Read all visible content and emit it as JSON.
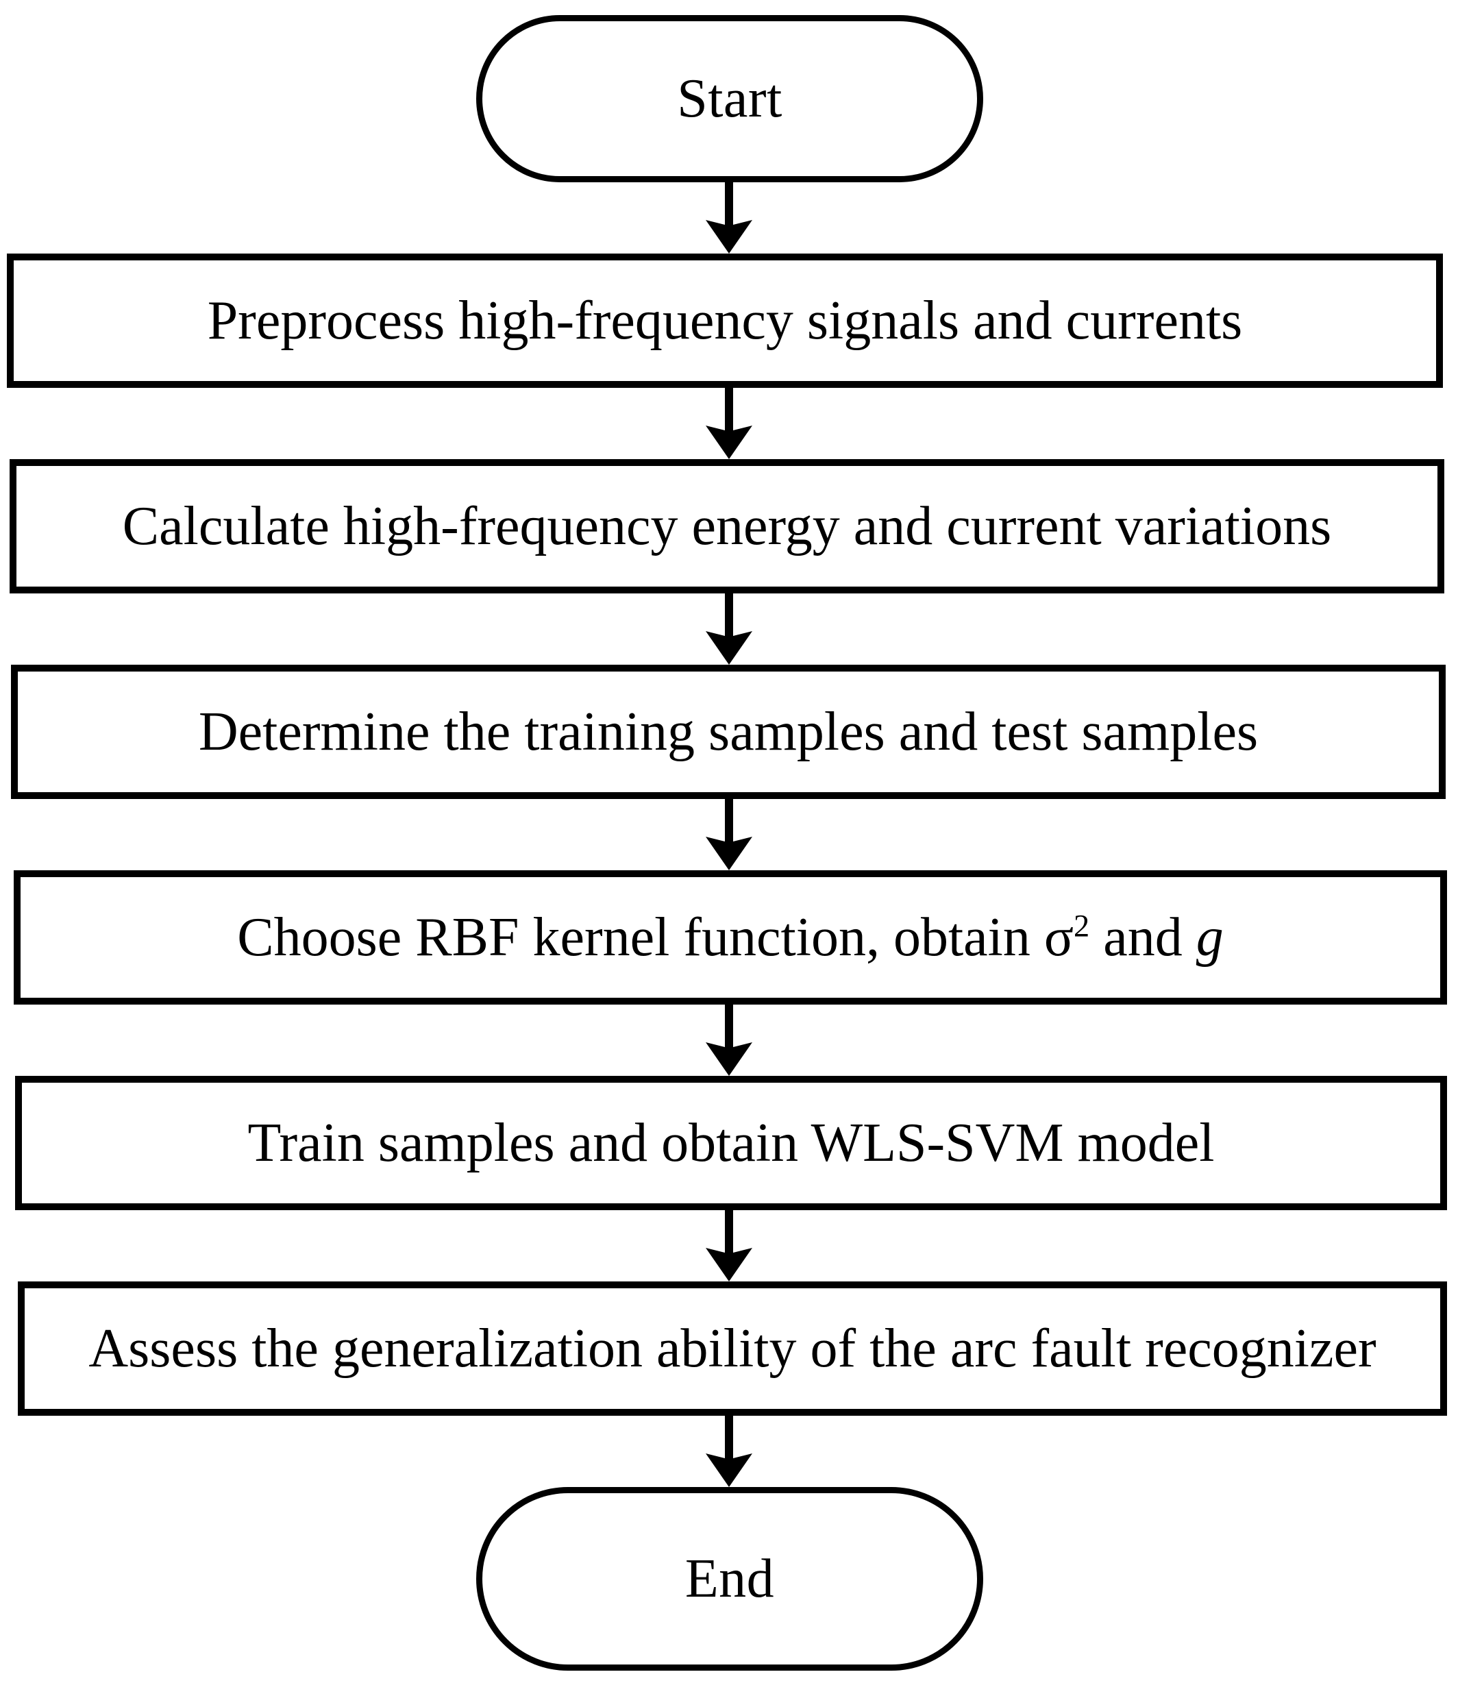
{
  "diagram": {
    "title": "WLS-SVM arc fault recognition flowchart",
    "orientation": "top-to-bottom",
    "background_color": "#ffffff",
    "stroke_color": "#000000",
    "nodes": [
      {
        "id": "start",
        "shape": "terminator",
        "label": "Start"
      },
      {
        "id": "preprocess",
        "shape": "process",
        "label": "Preprocess high-frequency signals and currents"
      },
      {
        "id": "calculate",
        "shape": "process",
        "label": "Calculate high-frequency energy and current variations"
      },
      {
        "id": "determine",
        "shape": "process",
        "label": "Determine the training samples and test samples"
      },
      {
        "id": "choose-kernel",
        "shape": "process",
        "label_prefix": "Choose RBF kernel function, obtain ",
        "label_sigma": "σ",
        "label_sigma_exp": "2",
        "label_middle": " and ",
        "label_gain": "g",
        "label_plain": "Choose RBF kernel function, obtain σ² and g"
      },
      {
        "id": "train",
        "shape": "process",
        "label": "Train samples and obtain WLS-SVM model"
      },
      {
        "id": "assess",
        "shape": "process",
        "label": "Assess the generalization ability of the arc fault recognizer"
      },
      {
        "id": "end",
        "shape": "terminator",
        "label": "End"
      }
    ],
    "edges": [
      {
        "from": "start",
        "to": "preprocess",
        "arrow": "down"
      },
      {
        "from": "preprocess",
        "to": "calculate",
        "arrow": "down"
      },
      {
        "from": "calculate",
        "to": "determine",
        "arrow": "down"
      },
      {
        "from": "determine",
        "to": "choose-kernel",
        "arrow": "down"
      },
      {
        "from": "choose-kernel",
        "to": "train",
        "arrow": "down"
      },
      {
        "from": "train",
        "to": "assess",
        "arrow": "down"
      },
      {
        "from": "assess",
        "to": "end",
        "arrow": "down"
      }
    ]
  }
}
